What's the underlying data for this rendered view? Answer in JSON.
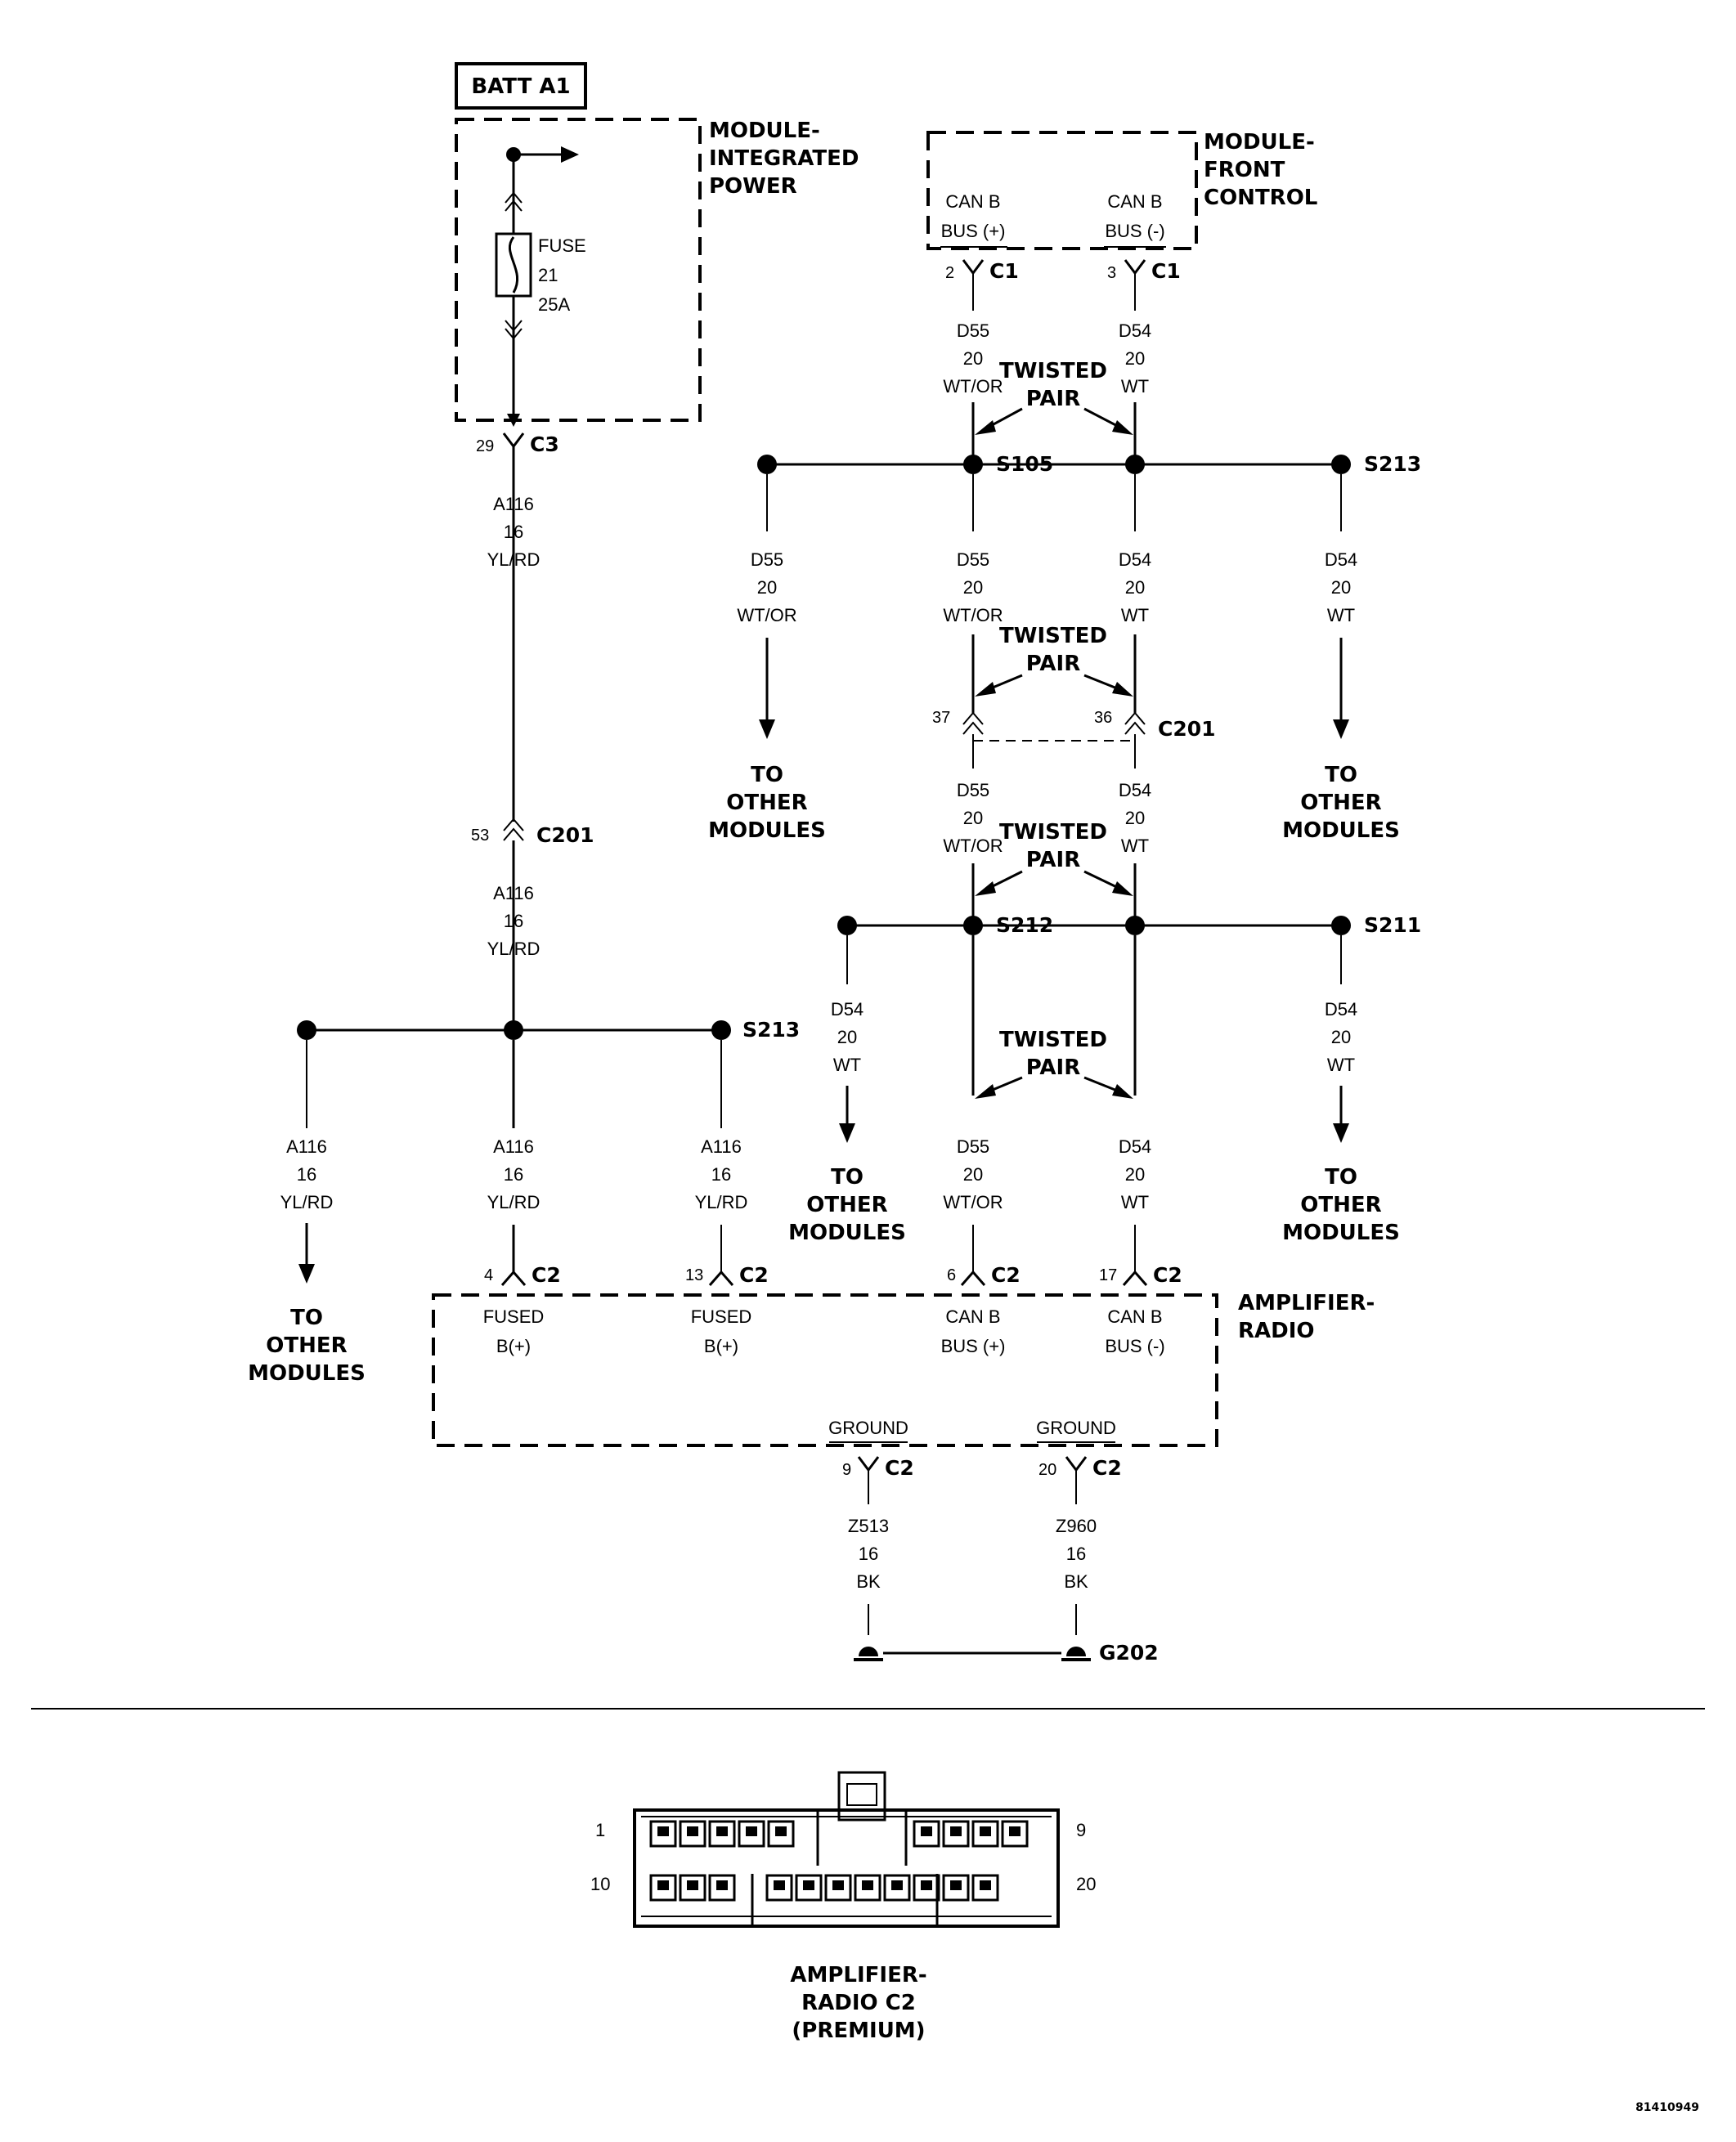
{
  "batt": "BATT A1",
  "module_power": [
    "MODULE-",
    "INTEGRATED",
    "POWER"
  ],
  "fuse": [
    "FUSE",
    "21",
    "25A"
  ],
  "module_front": [
    "MODULE-",
    "FRONT",
    "CONTROL"
  ],
  "can_plus": [
    "CAN B",
    "BUS (+)"
  ],
  "can_minus": [
    "CAN B",
    "BUS (-)"
  ],
  "amp_title": [
    "AMPLIFIER-",
    "RADIO"
  ],
  "twisted": [
    "TWISTED",
    "PAIR"
  ],
  "to_other": [
    "TO",
    "OTHER",
    "MODULES"
  ],
  "wire_a116": [
    "A116",
    "16",
    "YL/RD"
  ],
  "wire_d55": [
    "D55",
    "20",
    "WT/OR"
  ],
  "wire_d54": [
    "D54",
    "20",
    "WT"
  ],
  "wire_z513": [
    "Z513",
    "16",
    "BK"
  ],
  "wire_z960": [
    "Z960",
    "16",
    "BK"
  ],
  "fused_b": [
    "FUSED",
    "B(+)"
  ],
  "can_bus_plus": [
    "CAN B",
    "BUS (+)"
  ],
  "can_bus_minus": [
    "CAN B",
    "BUS (-)"
  ],
  "ground": "GROUND",
  "connectors": {
    "c1": "C1",
    "c2": "C2",
    "c3": "C3",
    "c201": "C201"
  },
  "splices": {
    "s105": "S105",
    "s213": "S213",
    "s212": "S212",
    "s211": "S211",
    "g202": "G202"
  },
  "pins": {
    "p2": "2",
    "p3": "3",
    "p29": "29",
    "p37": "37",
    "p36": "36",
    "p53": "53",
    "p4": "4",
    "p13": "13",
    "p6": "6",
    "p17": "17",
    "p9": "9",
    "p20": "20"
  },
  "connector_view": {
    "pin_1": "1",
    "pin_9": "9",
    "pin_10": "10",
    "pin_20": "20",
    "caption": [
      "AMPLIFIER-",
      "RADIO C2",
      "(PREMIUM)"
    ]
  },
  "figure_id": "81410949"
}
